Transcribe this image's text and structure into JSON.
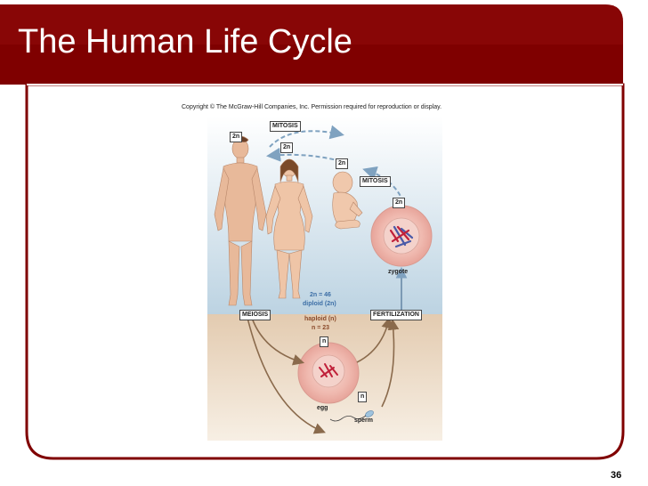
{
  "slide": {
    "title": "The Human Life Cycle",
    "page_number": "36",
    "accent_color": "#800000",
    "border_color": "#800000"
  },
  "figure": {
    "copyright": "Copyright © The McGraw-Hill Companies, Inc. Permission required for reproduction or display.",
    "labels": {
      "mitosis_top": "MITOSIS",
      "man_ploidy": "2n",
      "woman_ploidy": "2n",
      "baby_ploidy": "2n",
      "mitosis_right": "MITOSIS",
      "zygote_ploidy": "2n",
      "zygote": "zygote",
      "diploid_count": "2n = 46",
      "diploid_label": "diploid (2n)",
      "meiosis": "MEIOSIS",
      "fertilization": "FERTILIZATION",
      "haploid_label": "haploid (n)",
      "haploid_count": "n = 23",
      "egg_ploidy": "n",
      "egg": "egg",
      "sperm_ploidy": "n",
      "sperm": "sperm"
    },
    "colors": {
      "upper_band": "#c9dbe7",
      "lower_band": "#ead7bf",
      "arrow": "#8a6a4c",
      "dashed_arrow": "#7fa2c0",
      "cell": "#f2c3bb",
      "chromosome_red": "#c0203a",
      "chromosome_blue": "#4a5aa8",
      "text_blue": "#3c6ea6",
      "text_brown": "#8a4a2a"
    }
  }
}
